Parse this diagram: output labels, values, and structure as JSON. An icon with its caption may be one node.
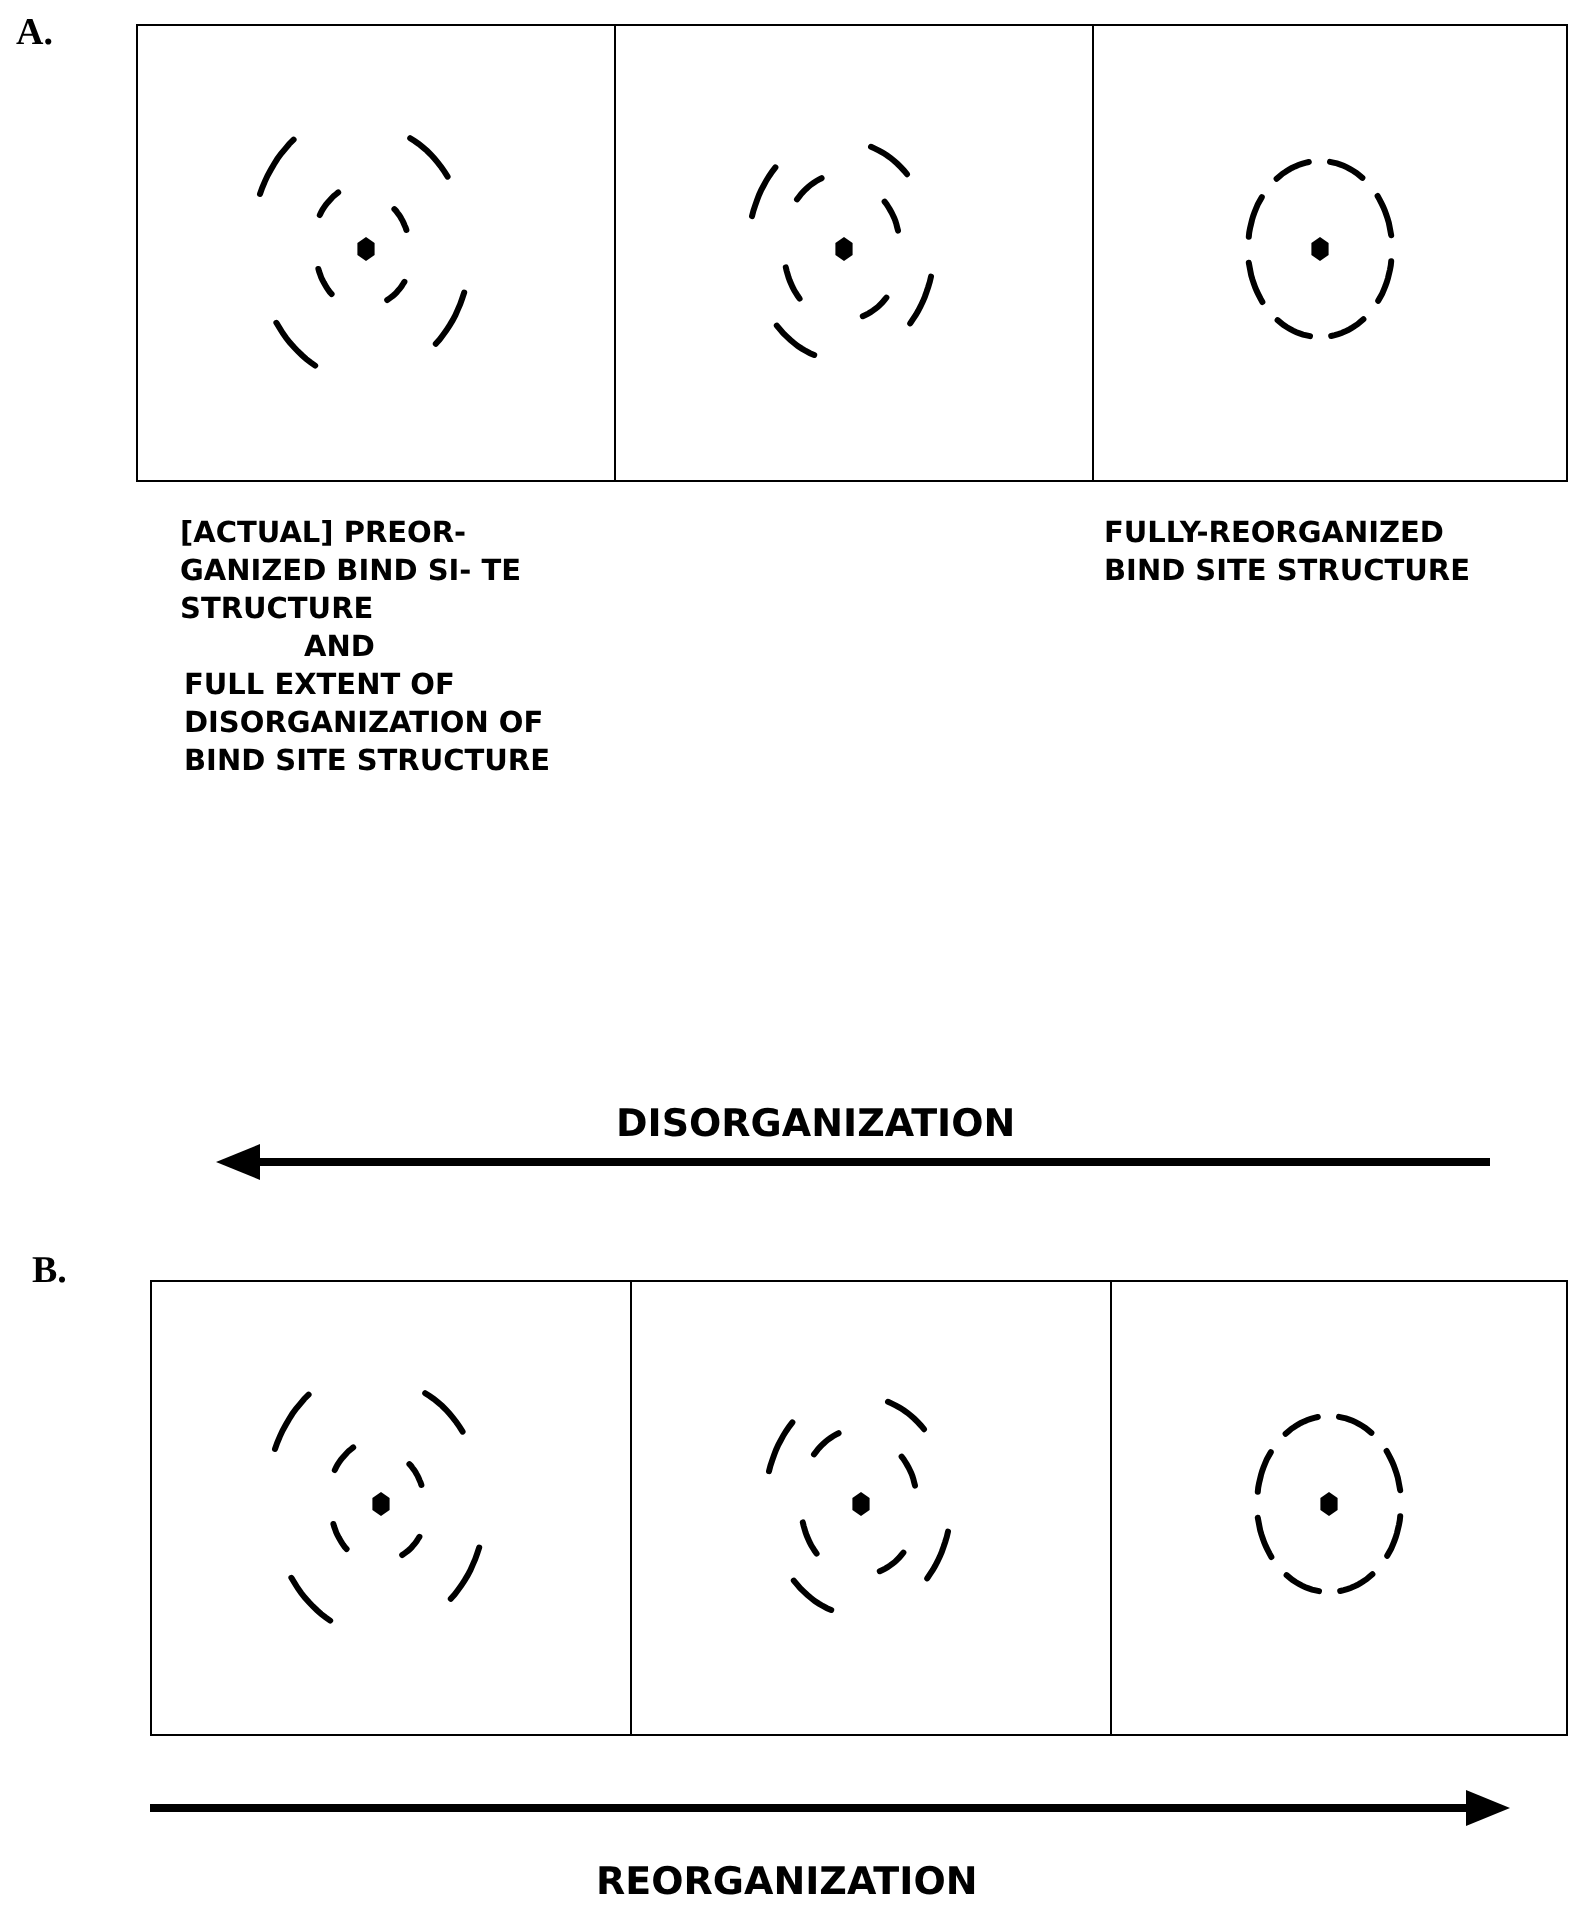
{
  "diagram": {
    "nodes": [
      {
        "text": [],
        "shape": "picture",
        "beside": [
          "[ACTUAL] PREOR- GANIZED BIND SI- TE STRUCTURE",
          "AND",
          "FULL EXTENT OF DISORGANIZATION OF BIND SITE STRUCTURE"
        ]
      },
      {
        "text": [],
        "shape": "picture"
      },
      {
        "text": [],
        "shape": "picture",
        "beside": [
          "FULLY-REORGANIZED BIND SITE STRUCTURE"
        ]
      },
      {
        "text": [],
        "shape": "picture"
      },
      {
        "text": [],
        "shape": "picture"
      },
      {
        "text": [],
        "shape": "picture"
      }
    ],
    "labels": [
      "A.",
      "DISORGANIZATION",
      "B.",
      "REORGANIZATION"
    ]
  }
}
